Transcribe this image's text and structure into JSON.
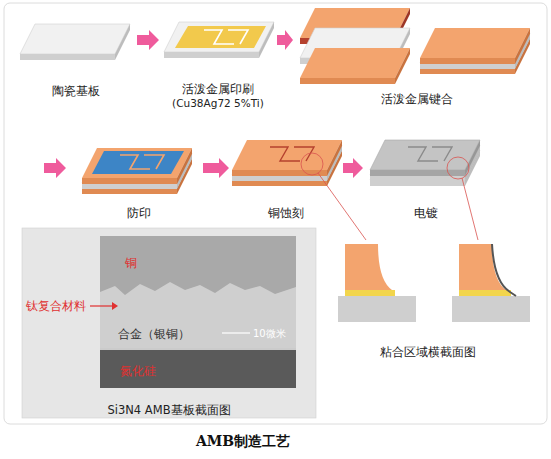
{
  "diagram": {
    "caption": "AMB制造工艺",
    "nodes": [
      {
        "text": [
          "陶瓷基板"
        ]
      },
      {
        "text": [
          "活泼金属印刷",
          "(Cu38Ag72 5%Ti)"
        ]
      },
      {
        "text": [
          "活泼金属键合"
        ]
      },
      {
        "text": [
          "防印"
        ]
      },
      {
        "text": [
          "铜蚀刻"
        ]
      },
      {
        "text": [
          "电镀"
        ]
      },
      {
        "text": [
          "Si3N4 AMB基板截面图"
        ]
      }
    ],
    "edges": [
      {
        "from": 0,
        "to": 1,
        "arrow": "to"
      },
      {
        "from": 1,
        "to": 2,
        "arrow": "to"
      },
      {
        "from": 3,
        "to": 4,
        "arrow": "to"
      },
      {
        "from": 4,
        "to": 5,
        "arrow": "to"
      }
    ],
    "labels": [
      "铜",
      "钛复合材料",
      "合金（银铜）",
      "氮化硅",
      "10微米",
      "粘合区域横截面图"
    ]
  }
}
